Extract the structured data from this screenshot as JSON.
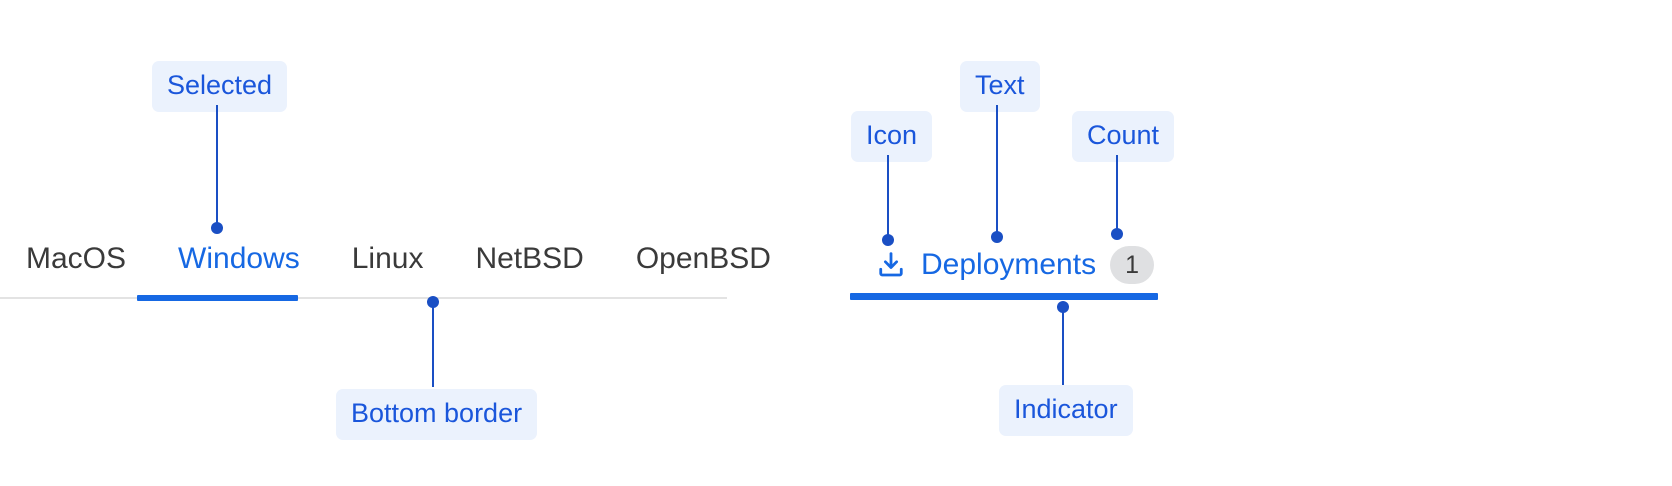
{
  "left_group": {
    "tabs": [
      {
        "label": "MacOS",
        "selected": false
      },
      {
        "label": "Windows",
        "selected": true
      },
      {
        "label": "Linux",
        "selected": false
      },
      {
        "label": "NetBSD",
        "selected": false
      },
      {
        "label": "OpenBSD",
        "selected": false
      }
    ],
    "annotations": {
      "selected": "Selected",
      "bottom_border": "Bottom border"
    }
  },
  "right_group": {
    "tab": {
      "icon": "download-icon",
      "label": "Deployments",
      "count": "1",
      "selected": true
    },
    "annotations": {
      "icon": "Icon",
      "text": "Text",
      "count": "Count",
      "indicator": "Indicator"
    }
  },
  "colors": {
    "accent_blue": "#1668E3",
    "annotation_blue": "#1A56DB",
    "annotation_bg": "#EBF2FD",
    "leader_line": "#1A4FC4",
    "tab_text": "#3A3A3A",
    "baseline_gray": "#E3E3E3",
    "badge_bg": "#DFE0E2",
    "page_bg": "#FFFFFF"
  }
}
